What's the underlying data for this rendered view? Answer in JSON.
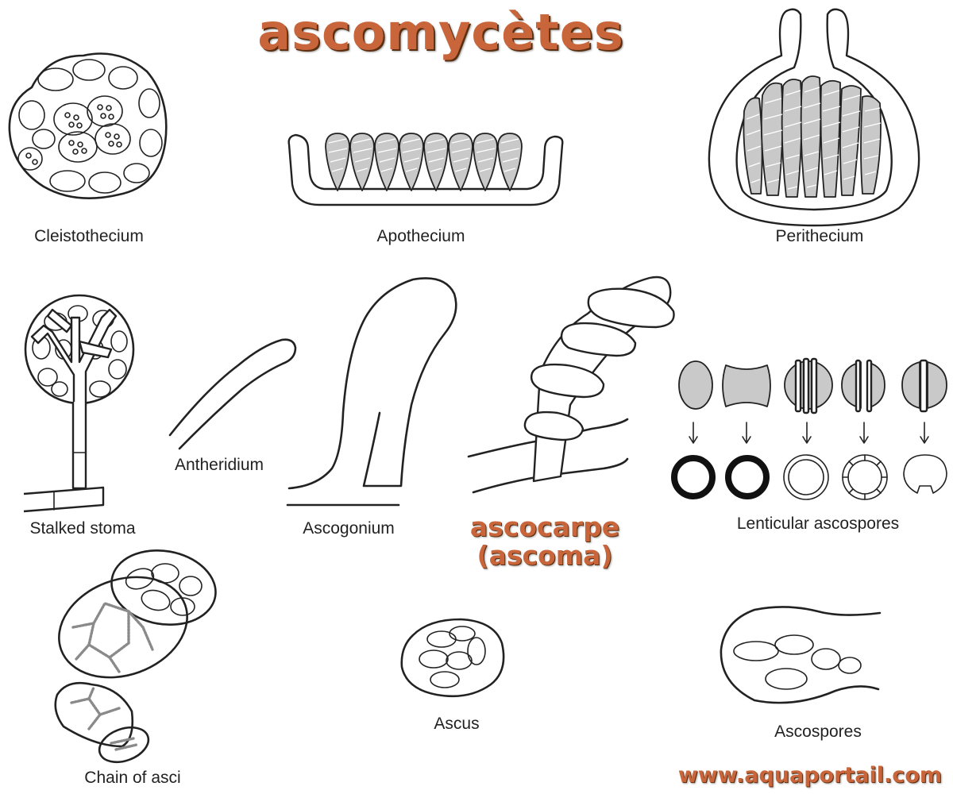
{
  "header": {
    "title": "ascomycètes"
  },
  "labels": {
    "cleistothecium": "Cleistothecium",
    "apothecium": "Apothecium",
    "perithecium": "Perithecium",
    "stalked_stoma": "Stalked stoma",
    "antheridium": "Antheridium",
    "ascogonium": "Ascogonium",
    "lenticular_ascospores": "Lenticular ascospores",
    "chain_of_asci": "Chain of asci",
    "ascus": "Ascus",
    "ascospores": "Ascospores"
  },
  "highlight": {
    "line1": "ascocarpe",
    "line2": "(ascoma)"
  },
  "footer": {
    "url": "www.aquaportail.com"
  },
  "colors": {
    "accent": "#c8653a",
    "ink": "#222222",
    "fill_grey": "#c9c9c9",
    "background": "#ffffff"
  }
}
